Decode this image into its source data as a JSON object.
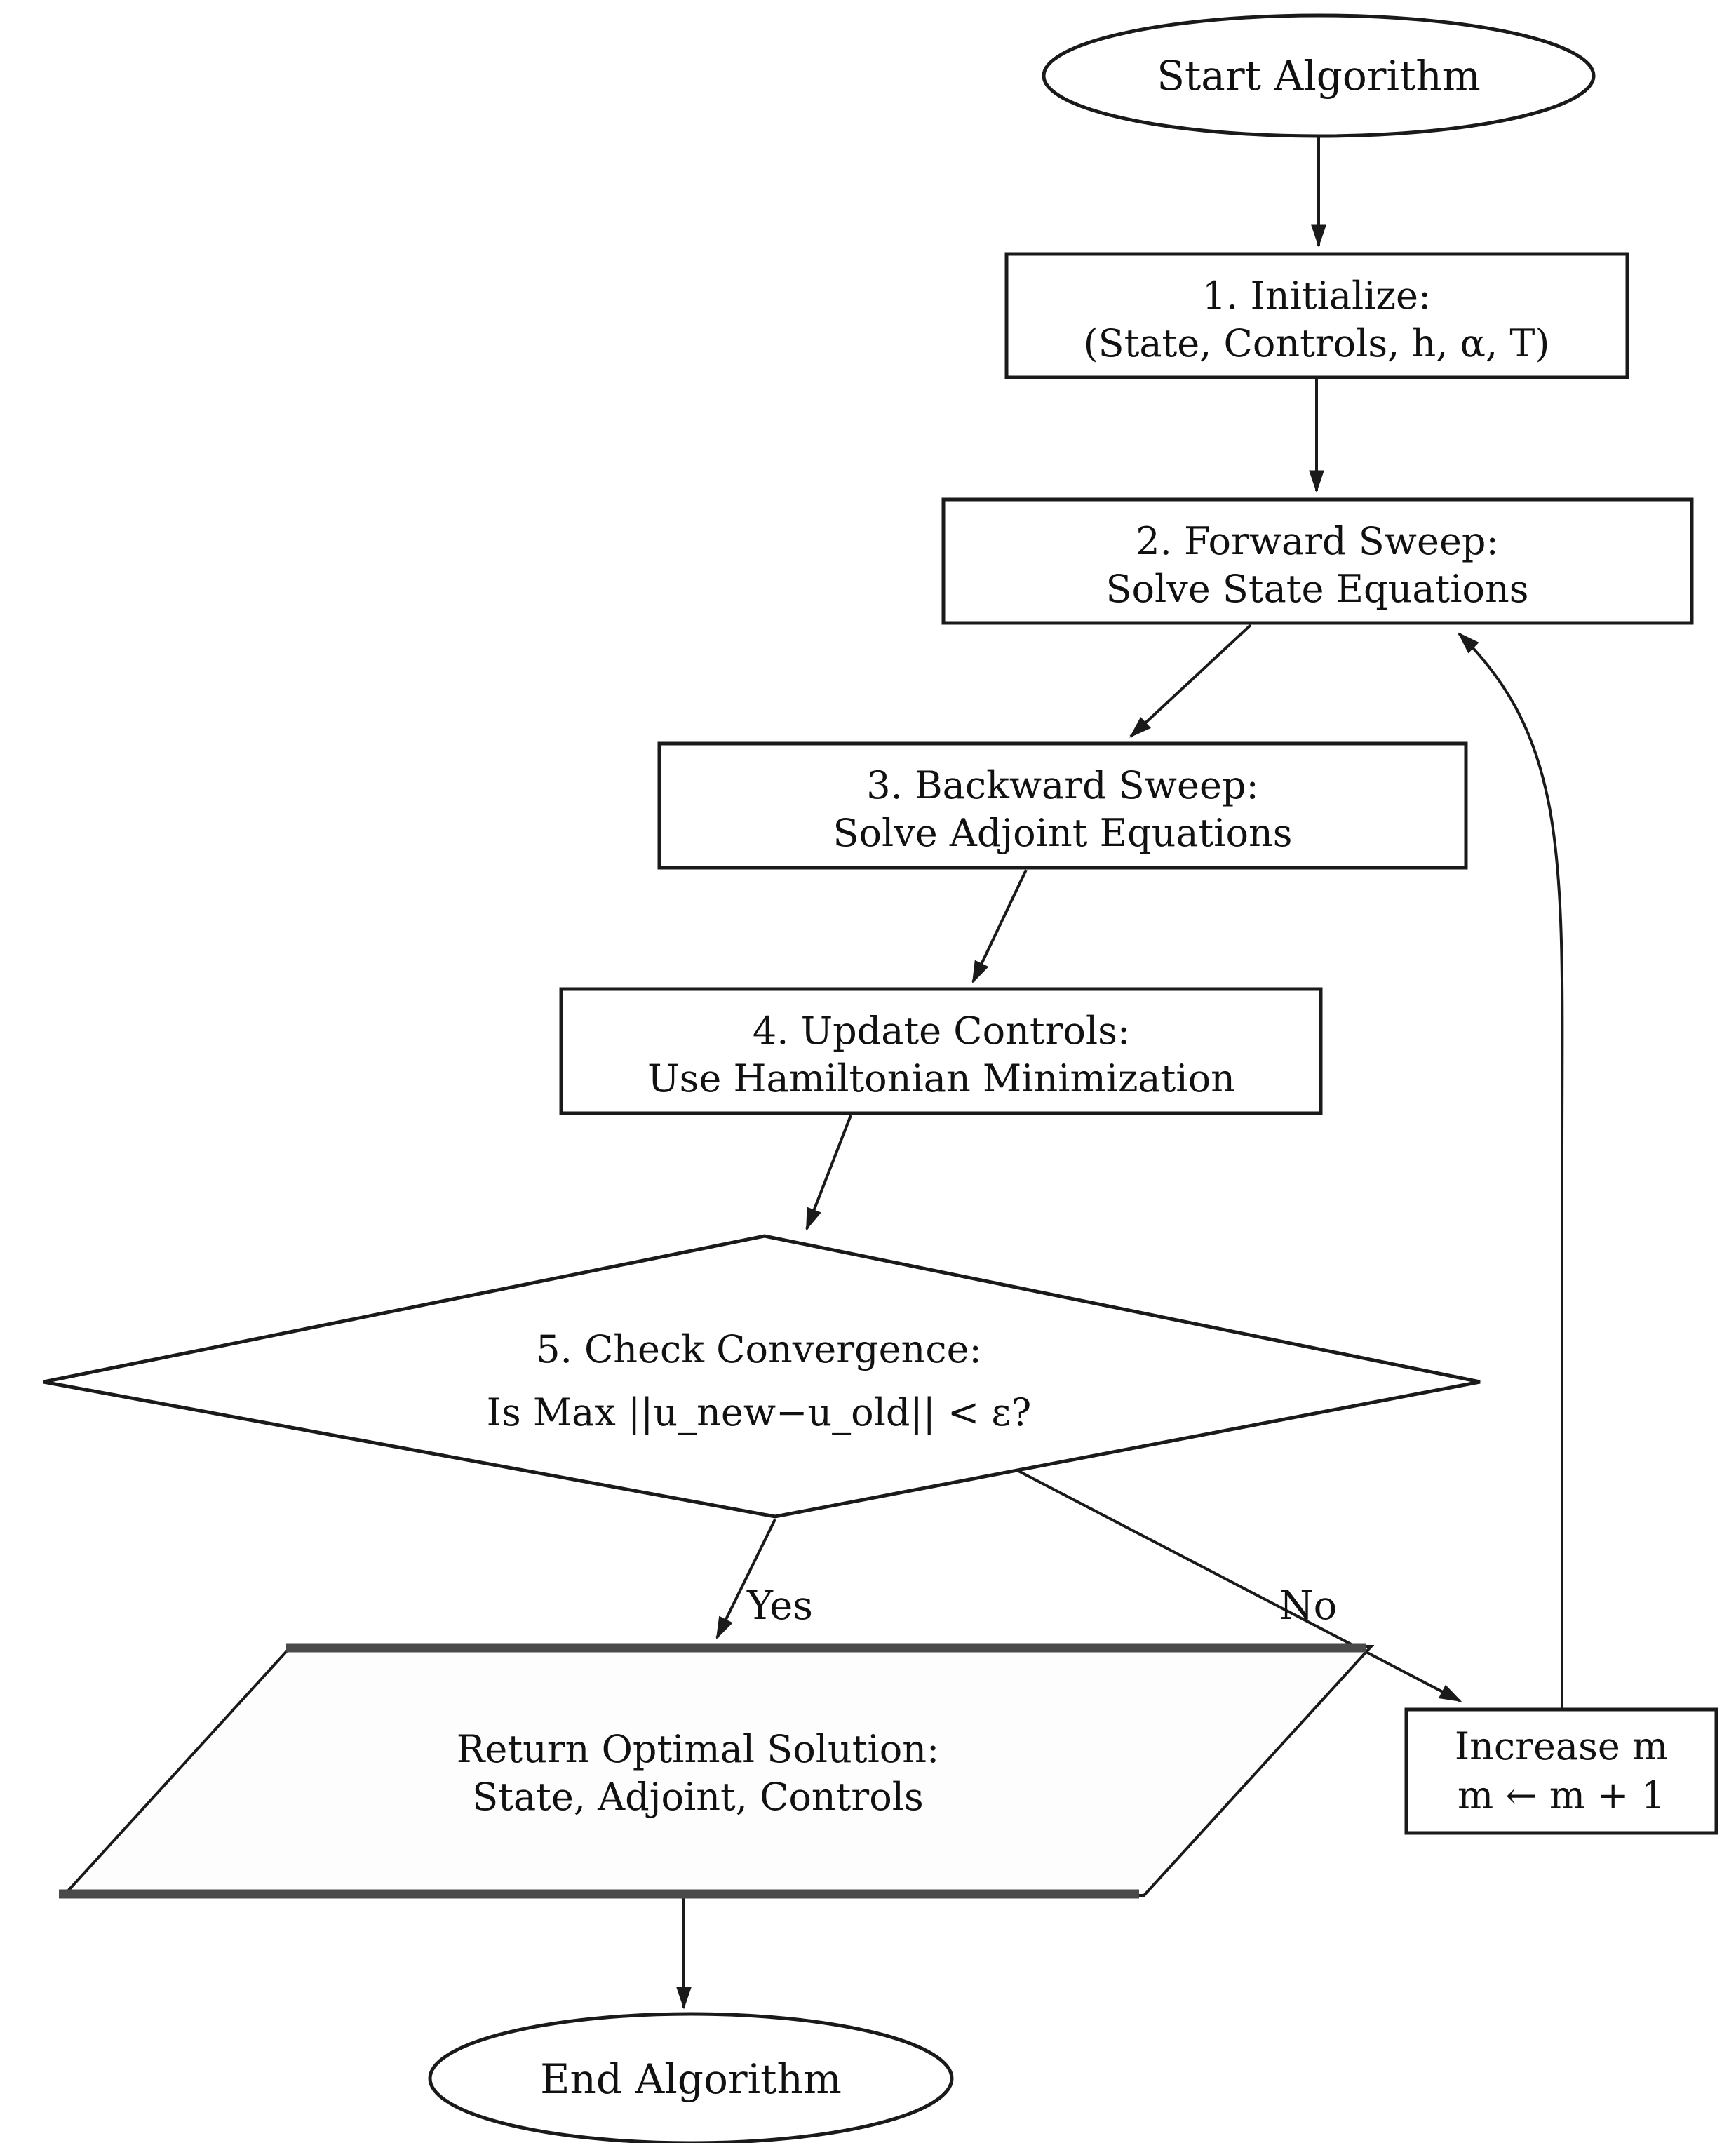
{
  "diagram": {
    "type": "flowchart",
    "background": "#ffffff",
    "stroke_color": "#1a1a1a",
    "parallelogram_edge_color": "#4a4a4a",
    "nodes": {
      "start": {
        "shape": "ellipse",
        "label": "Start Algorithm"
      },
      "initialize": {
        "shape": "rectangle",
        "line1": "1. Initialize:",
        "line2": "(State, Controls, h, α, T)"
      },
      "forward_sweep": {
        "shape": "rectangle",
        "line1": "2. Forward Sweep:",
        "line2": "Solve State Equations"
      },
      "backward_sweep": {
        "shape": "rectangle",
        "line1": "3. Backward Sweep:",
        "line2": "Solve Adjoint Equations"
      },
      "update_controls": {
        "shape": "rectangle",
        "line1": "4. Update Controls:",
        "line2": "Use Hamiltonian Minimization"
      },
      "check_convergence": {
        "shape": "diamond",
        "line1": "5. Check Convergence:",
        "line2": "Is Max ||u_new−u_old|| < ε?"
      },
      "return_solution": {
        "shape": "parallelogram",
        "line1": "Return Optimal Solution:",
        "line2": "State, Adjoint, Controls"
      },
      "increase_m": {
        "shape": "rectangle",
        "line1": "Increase m",
        "line2": "m ← m + 1"
      },
      "end": {
        "shape": "ellipse",
        "label": "End Algorithm"
      }
    },
    "edges": [
      {
        "from": "start",
        "to": "initialize",
        "label": ""
      },
      {
        "from": "initialize",
        "to": "forward_sweep",
        "label": ""
      },
      {
        "from": "forward_sweep",
        "to": "backward_sweep",
        "label": ""
      },
      {
        "from": "backward_sweep",
        "to": "update_controls",
        "label": ""
      },
      {
        "from": "update_controls",
        "to": "check_convergence",
        "label": ""
      },
      {
        "from": "check_convergence",
        "to": "return_solution",
        "label": "Yes"
      },
      {
        "from": "check_convergence",
        "to": "increase_m",
        "label": "No"
      },
      {
        "from": "increase_m",
        "to": "forward_sweep",
        "label": ""
      },
      {
        "from": "return_solution",
        "to": "end",
        "label": ""
      }
    ],
    "edge_labels": {
      "yes": "Yes",
      "no": "No"
    }
  }
}
